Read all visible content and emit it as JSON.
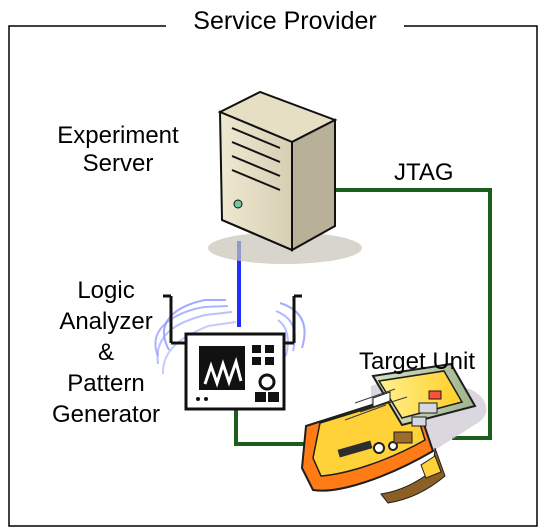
{
  "diagram": {
    "title": "Service Provider",
    "experiment_server": {
      "line1": "Experiment",
      "line2": "Server"
    },
    "jtag": "JTAG",
    "logic_analyzer": {
      "line1": "Logic",
      "line2": "Analyzer",
      "line3": "&",
      "line4": "Pattern",
      "line5": "Generator"
    },
    "target_unit": "Target Unit"
  },
  "colors": {
    "frame": "#000000",
    "connector_blue": "#1f2fff",
    "connector_green": "#1c5f1c",
    "server_body": "#ddd4b7",
    "server_shadow": "#b9b09a",
    "antenna_frame": "#111111",
    "wave_blue": "#8c96ff",
    "board_yellow": "#ffd23a",
    "board_orange": "#ff7b16",
    "board_green": "#b8c9a5"
  },
  "icons": {
    "server": "tower-server-icon",
    "analyzer": "oscilloscope-icon",
    "target": "circuit-board-icon"
  }
}
